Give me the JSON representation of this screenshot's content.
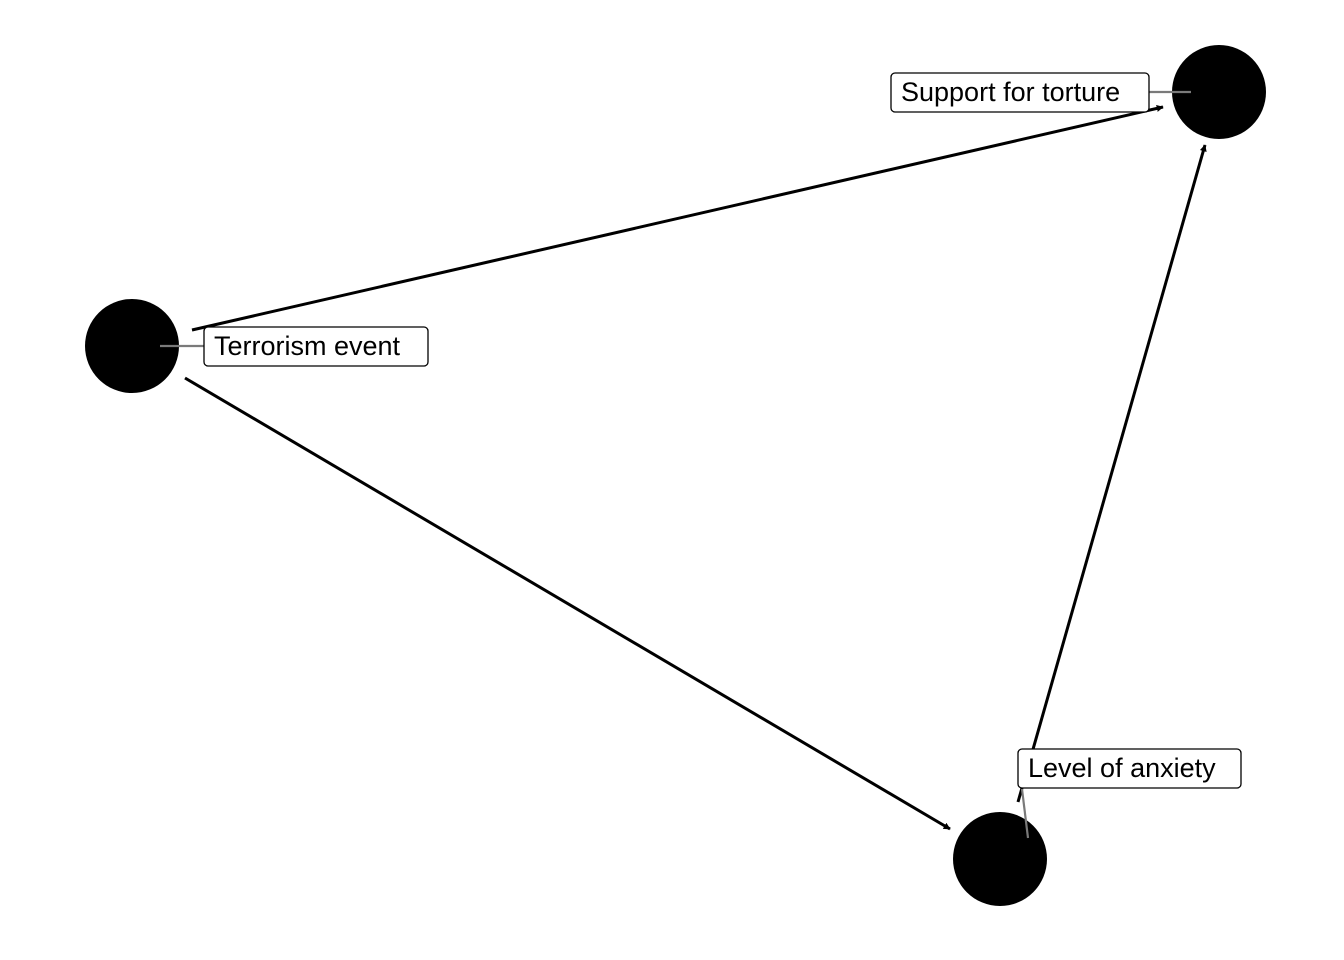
{
  "diagram": {
    "type": "directed-acyclic-graph",
    "node_color": "#000000",
    "edge_color": "#000000",
    "nodes": [
      {
        "id": "terrorism",
        "label": "Terrorism event"
      },
      {
        "id": "torture",
        "label": "Support for torture"
      },
      {
        "id": "anxiety",
        "label": "Level of anxiety"
      }
    ],
    "edges": [
      {
        "from": "terrorism",
        "to": "torture"
      },
      {
        "from": "terrorism",
        "to": "anxiety"
      },
      {
        "from": "anxiety",
        "to": "torture"
      }
    ]
  }
}
